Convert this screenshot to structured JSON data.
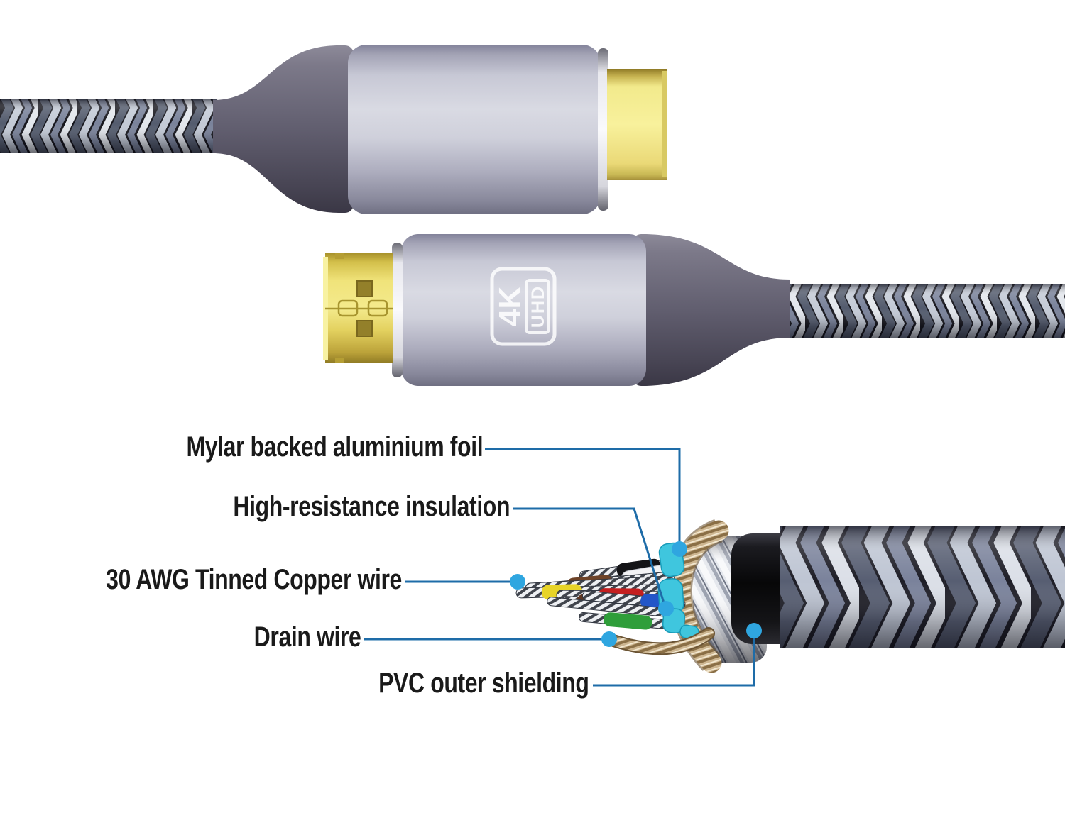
{
  "labels": [
    {
      "id": "mylar-foil",
      "text": "Mylar backed aluminium foil"
    },
    {
      "id": "insulation",
      "text": "High-resistance insulation"
    },
    {
      "id": "copper-wire",
      "text": "30 AWG Tinned Copper wire"
    },
    {
      "id": "drain-wire",
      "text": "Drain wire"
    },
    {
      "id": "pvc-shielding",
      "text": "PVC outer shielding"
    }
  ],
  "badge": {
    "top": "4K",
    "bottom": "UHD"
  },
  "colors": {
    "leader_line": "#1e6ca8",
    "callout_dot": "#2fa6e0",
    "label_text": "#1a1a1a",
    "hdmi_gold": "#e9d75c",
    "plug_yellow": "#f5ee8e",
    "connector_metal": "#c9cad7",
    "strain_relief": "#5e5b6c",
    "braid_light": "#dde2ea",
    "braid_dark": "#14141b",
    "pvc_black": "#0a0a0c",
    "foil_silver": "#e3e6ec",
    "copper_drain": "#cdb691",
    "insulation_cyan": "#3fc6de",
    "wires": {
      "yellow": "#e8d428",
      "red": "#c41f1f",
      "blue": "#2356c8",
      "green": "#2f9e3a",
      "brown": "#6e4328",
      "dark_brown": "#5e3520",
      "black": "#141417",
      "white": "#f2f2f4"
    }
  }
}
